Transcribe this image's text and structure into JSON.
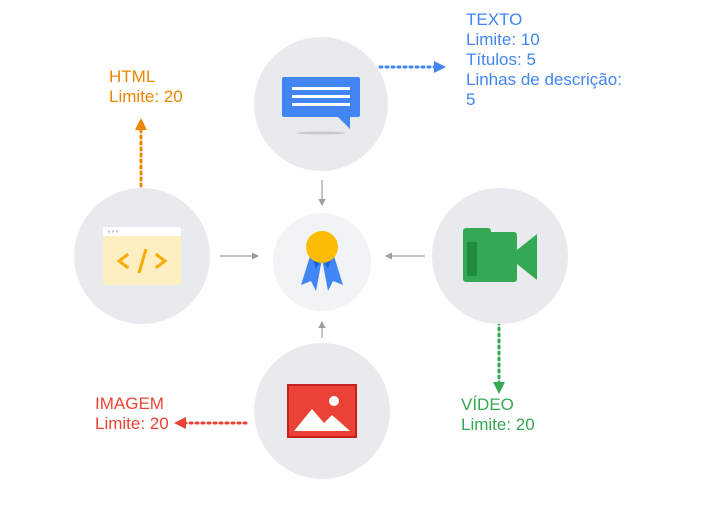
{
  "colors": {
    "html": "#ea8600",
    "text": "#4285f4",
    "video": "#34a853",
    "image": "#ea4335",
    "circle": "#e8eaed",
    "center": "#f1f3f4",
    "connector": "#9aa0a6"
  },
  "nodes": {
    "html": {
      "icon": "code-window-icon",
      "title": "HTML",
      "line1": "Limite: 20"
    },
    "text": {
      "icon": "message-bubble-icon",
      "title": "TEXTO",
      "line1": "Limite: 10",
      "line2": "Títulos: 5",
      "line3": "Linhas de descrição:",
      "line4": "5"
    },
    "video": {
      "icon": "video-camera-icon",
      "title": "VÍDEO",
      "line1": "Limite: 20"
    },
    "image": {
      "icon": "image-icon",
      "title": "IMAGEM",
      "line1": "Limite: 20"
    },
    "center": {
      "icon": "award-ribbon-icon"
    }
  }
}
